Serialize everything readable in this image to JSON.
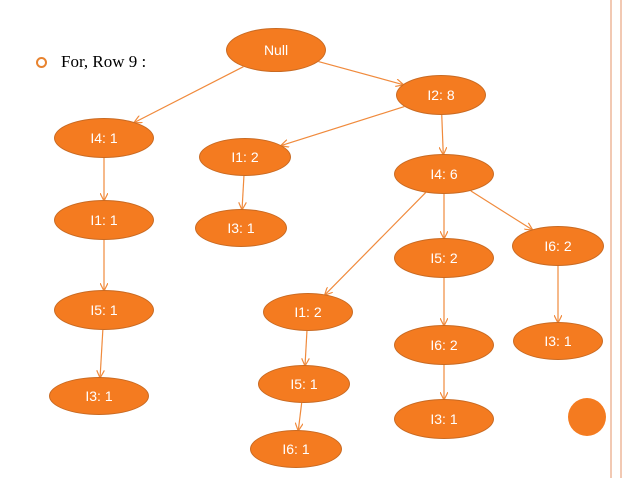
{
  "slide": {
    "bullet_text": "For, Row 9 :"
  },
  "colors": {
    "node_fill": "#f47b20",
    "edge": "#f08a3c",
    "accent_rule": "#f2c9b3"
  },
  "nodes": [
    {
      "id": "null",
      "label": "Null"
    },
    {
      "id": "i2-8",
      "label": "I2: 8"
    },
    {
      "id": "i4-1",
      "label": "I4: 1"
    },
    {
      "id": "i1-2-a",
      "label": "I1: 2"
    },
    {
      "id": "i4-6",
      "label": "I4: 6"
    },
    {
      "id": "i1-1",
      "label": "I1: 1"
    },
    {
      "id": "i3-1-a",
      "label": "I3: 1"
    },
    {
      "id": "i6-2-a",
      "label": "I6: 2"
    },
    {
      "id": "i5-2",
      "label": "I5: 2"
    },
    {
      "id": "i5-1-a",
      "label": "I5: 1"
    },
    {
      "id": "i1-2-b",
      "label": "I1: 2"
    },
    {
      "id": "i6-2-b",
      "label": "I6: 2"
    },
    {
      "id": "i3-1-b",
      "label": "I3: 1"
    },
    {
      "id": "i3-1-c",
      "label": "I3: 1"
    },
    {
      "id": "i5-1-b",
      "label": "I5: 1"
    },
    {
      "id": "i3-1-d",
      "label": "I3: 1"
    },
    {
      "id": "i6-1",
      "label": "I6: 1"
    }
  ],
  "edges": [
    [
      "null",
      "i4-1"
    ],
    [
      "null",
      "i2-8"
    ],
    [
      "i2-8",
      "i1-2-a"
    ],
    [
      "i2-8",
      "i4-6"
    ],
    [
      "i4-1",
      "i1-1"
    ],
    [
      "i1-1",
      "i5-1-a"
    ],
    [
      "i5-1-a",
      "i3-1-c"
    ],
    [
      "i1-2-a",
      "i3-1-a"
    ],
    [
      "i4-6",
      "i1-2-b"
    ],
    [
      "i4-6",
      "i5-2"
    ],
    [
      "i4-6",
      "i6-2-a"
    ],
    [
      "i5-2",
      "i6-2-b"
    ],
    [
      "i6-2-b",
      "i3-1-d"
    ],
    [
      "i6-2-a",
      "i3-1-b"
    ],
    [
      "i1-2-b",
      "i5-1-b"
    ],
    [
      "i5-1-b",
      "i6-1"
    ]
  ]
}
